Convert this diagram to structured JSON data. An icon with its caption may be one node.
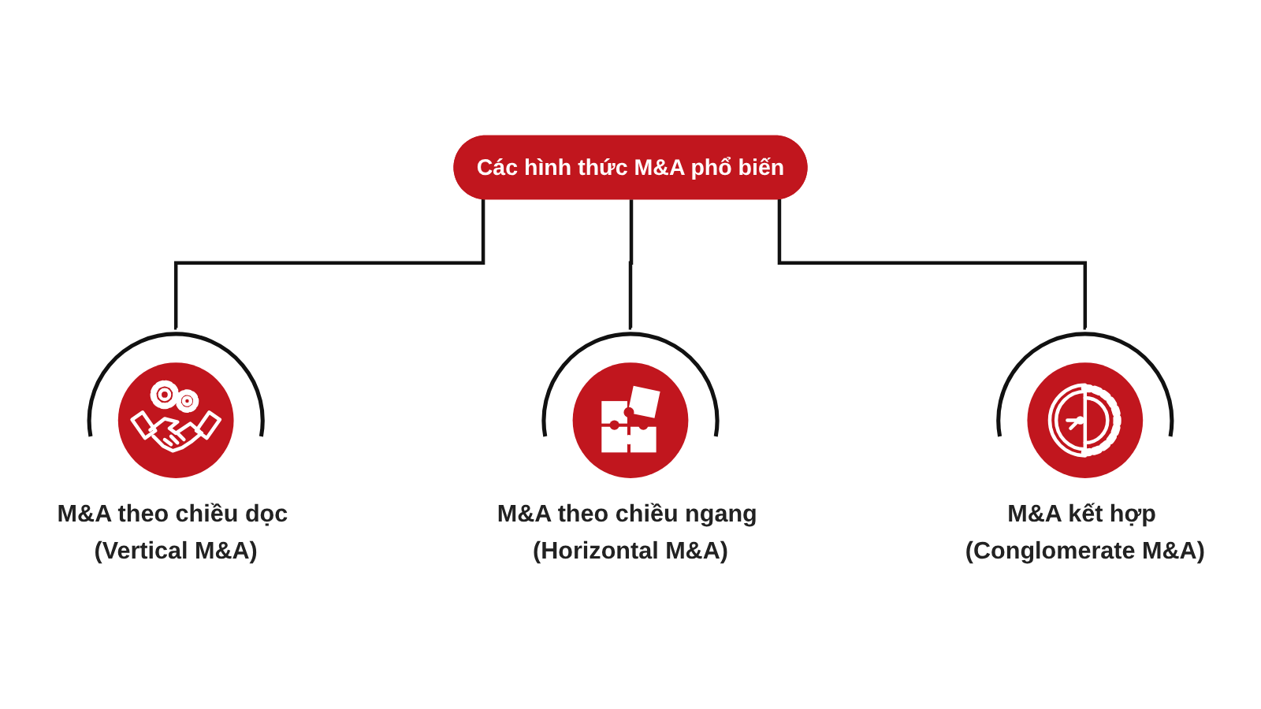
{
  "diagram": {
    "nodes": [
      {
        "text": [
          "Các hình thức M&A phổ biến"
        ]
      },
      {
        "text": [
          "M&A theo chiều dọc (Vertical M&A)"
        ]
      },
      {
        "text": [
          "M&A theo chiều ngang (Horizontal M&A)"
        ]
      },
      {
        "text": [
          "M&A kết hợp (Conglomerate M&A)"
        ]
      }
    ],
    "edges": [
      {
        "from": 0,
        "to": 1,
        "arrow": "none"
      },
      {
        "from": 0,
        "to": 2,
        "arrow": "none"
      },
      {
        "from": 0,
        "to": 3,
        "arrow": "none"
      }
    ]
  }
}
